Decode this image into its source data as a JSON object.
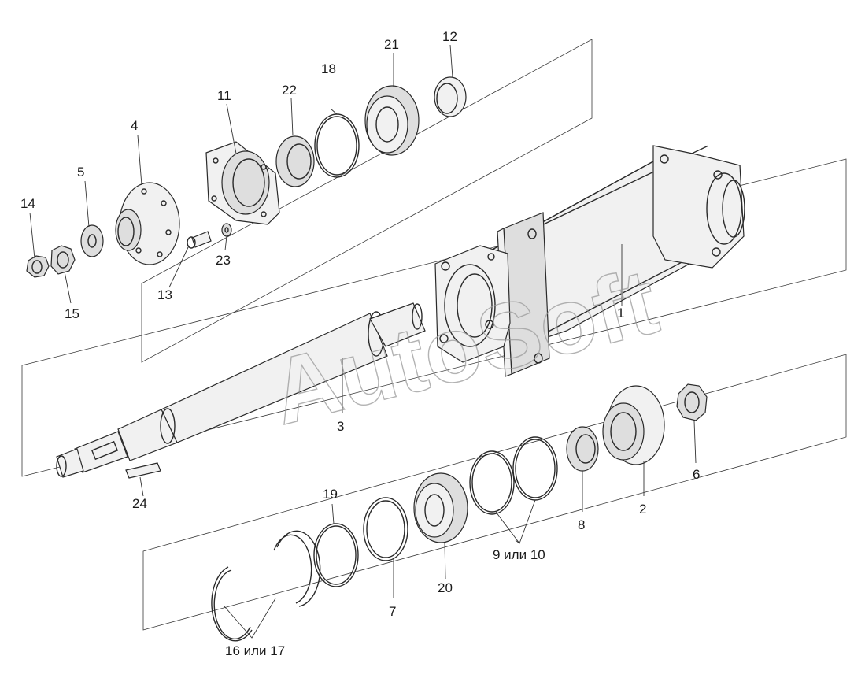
{
  "watermark": "AutoSoft",
  "callouts": [
    {
      "id": "p1",
      "label": "1"
    },
    {
      "id": "p2",
      "label": "2"
    },
    {
      "id": "p3",
      "label": "3"
    },
    {
      "id": "p4",
      "label": "4"
    },
    {
      "id": "p5",
      "label": "5"
    },
    {
      "id": "p6",
      "label": "6"
    },
    {
      "id": "p7",
      "label": "7"
    },
    {
      "id": "p8",
      "label": "8"
    },
    {
      "id": "p9",
      "label": "9 или 10"
    },
    {
      "id": "p11",
      "label": "11"
    },
    {
      "id": "p12",
      "label": "12"
    },
    {
      "id": "p13",
      "label": "13"
    },
    {
      "id": "p14",
      "label": "14"
    },
    {
      "id": "p15",
      "label": "15"
    },
    {
      "id": "p16",
      "label": "16 или 17"
    },
    {
      "id": "p18",
      "label": "18"
    },
    {
      "id": "p19",
      "label": "19"
    },
    {
      "id": "p20",
      "label": "20"
    },
    {
      "id": "p21",
      "label": "21"
    },
    {
      "id": "p22",
      "label": "22"
    },
    {
      "id": "p23",
      "label": "23"
    },
    {
      "id": "p24",
      "label": "24"
    }
  ]
}
